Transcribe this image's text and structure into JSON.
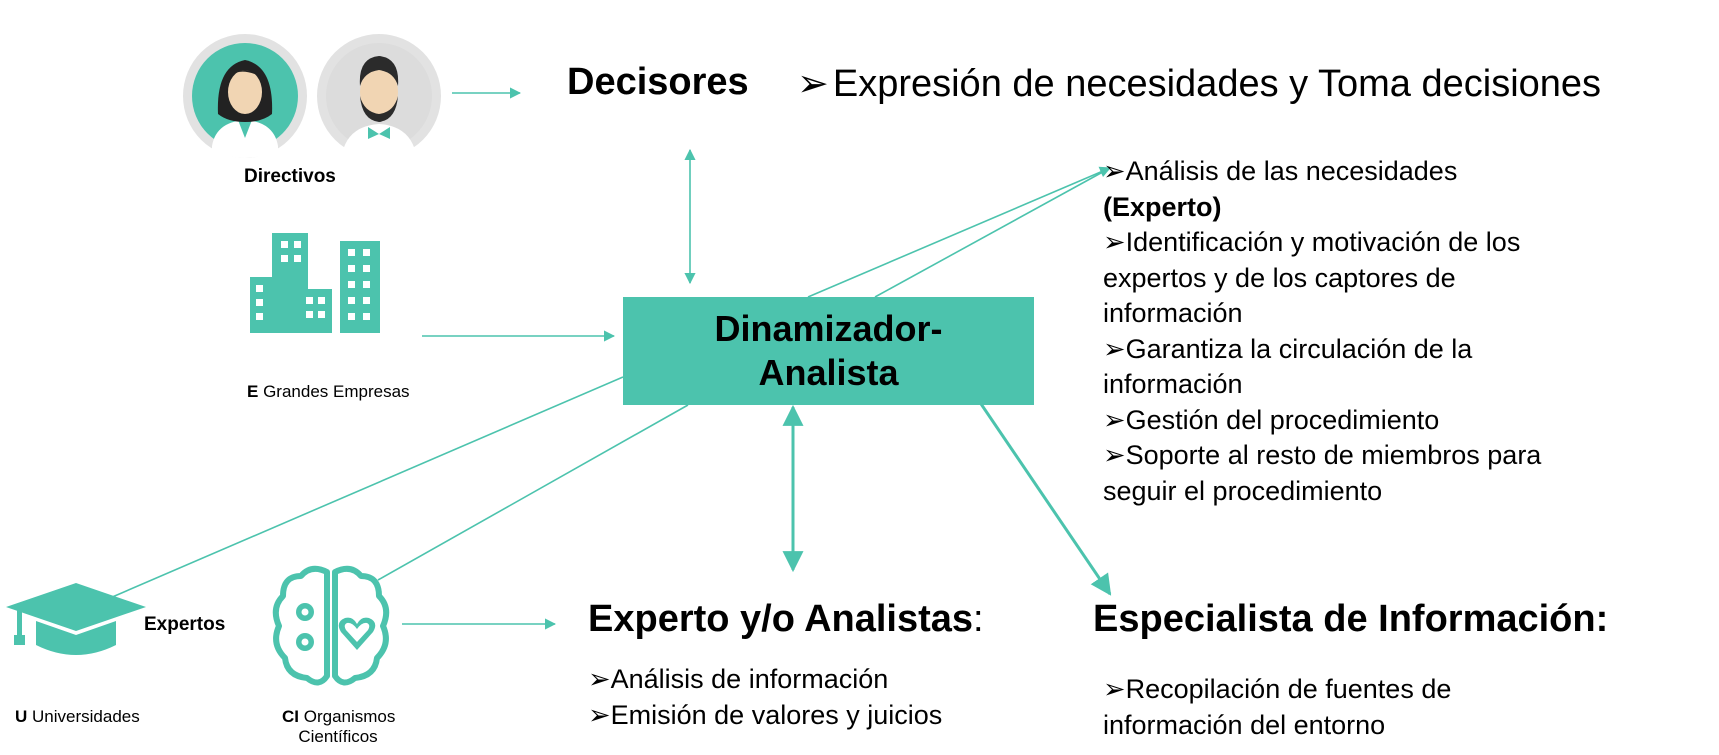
{
  "decisores": {
    "title": "Decisores",
    "desc": "Expresión de necesidades y Toma decisiones",
    "label": "Directivos"
  },
  "empresas": {
    "code": "E",
    "label": "Grandes Empresas"
  },
  "center": {
    "line1": "Dinamizador-",
    "line2": "Analista"
  },
  "roles_lines": [
    "➢Análisis de las necesidades",
    "(Experto)",
    "➢Identificación y motivación de los",
    "expertos y de los captores de",
    "información",
    "➢Garantiza la circulación de la",
    "información",
    "➢Gestión del procedimiento",
    "➢Soporte al resto de miembros para",
    "seguir el procedimiento"
  ],
  "expertos": {
    "label": "Expertos",
    "universidades_code": "U",
    "universidades_label": "Universidades",
    "ci_code": "CI",
    "ci_line1": "Organismos",
    "ci_line2": "Científicos"
  },
  "expert_analysts": {
    "title": "Experto y/o Analistas",
    "colon": ":",
    "items": [
      "➢Análisis de información",
      "➢Emisión de valores y juicios"
    ]
  },
  "specialist": {
    "title": "Especialista de Información:",
    "lines": [
      "➢Recopilación de fuentes de",
      "información del entorno"
    ]
  },
  "colors": {
    "teal": "#4cc3ad",
    "text": "#000000",
    "skin": "#f1d5b3",
    "gray_bg": "#e2e2e2"
  }
}
